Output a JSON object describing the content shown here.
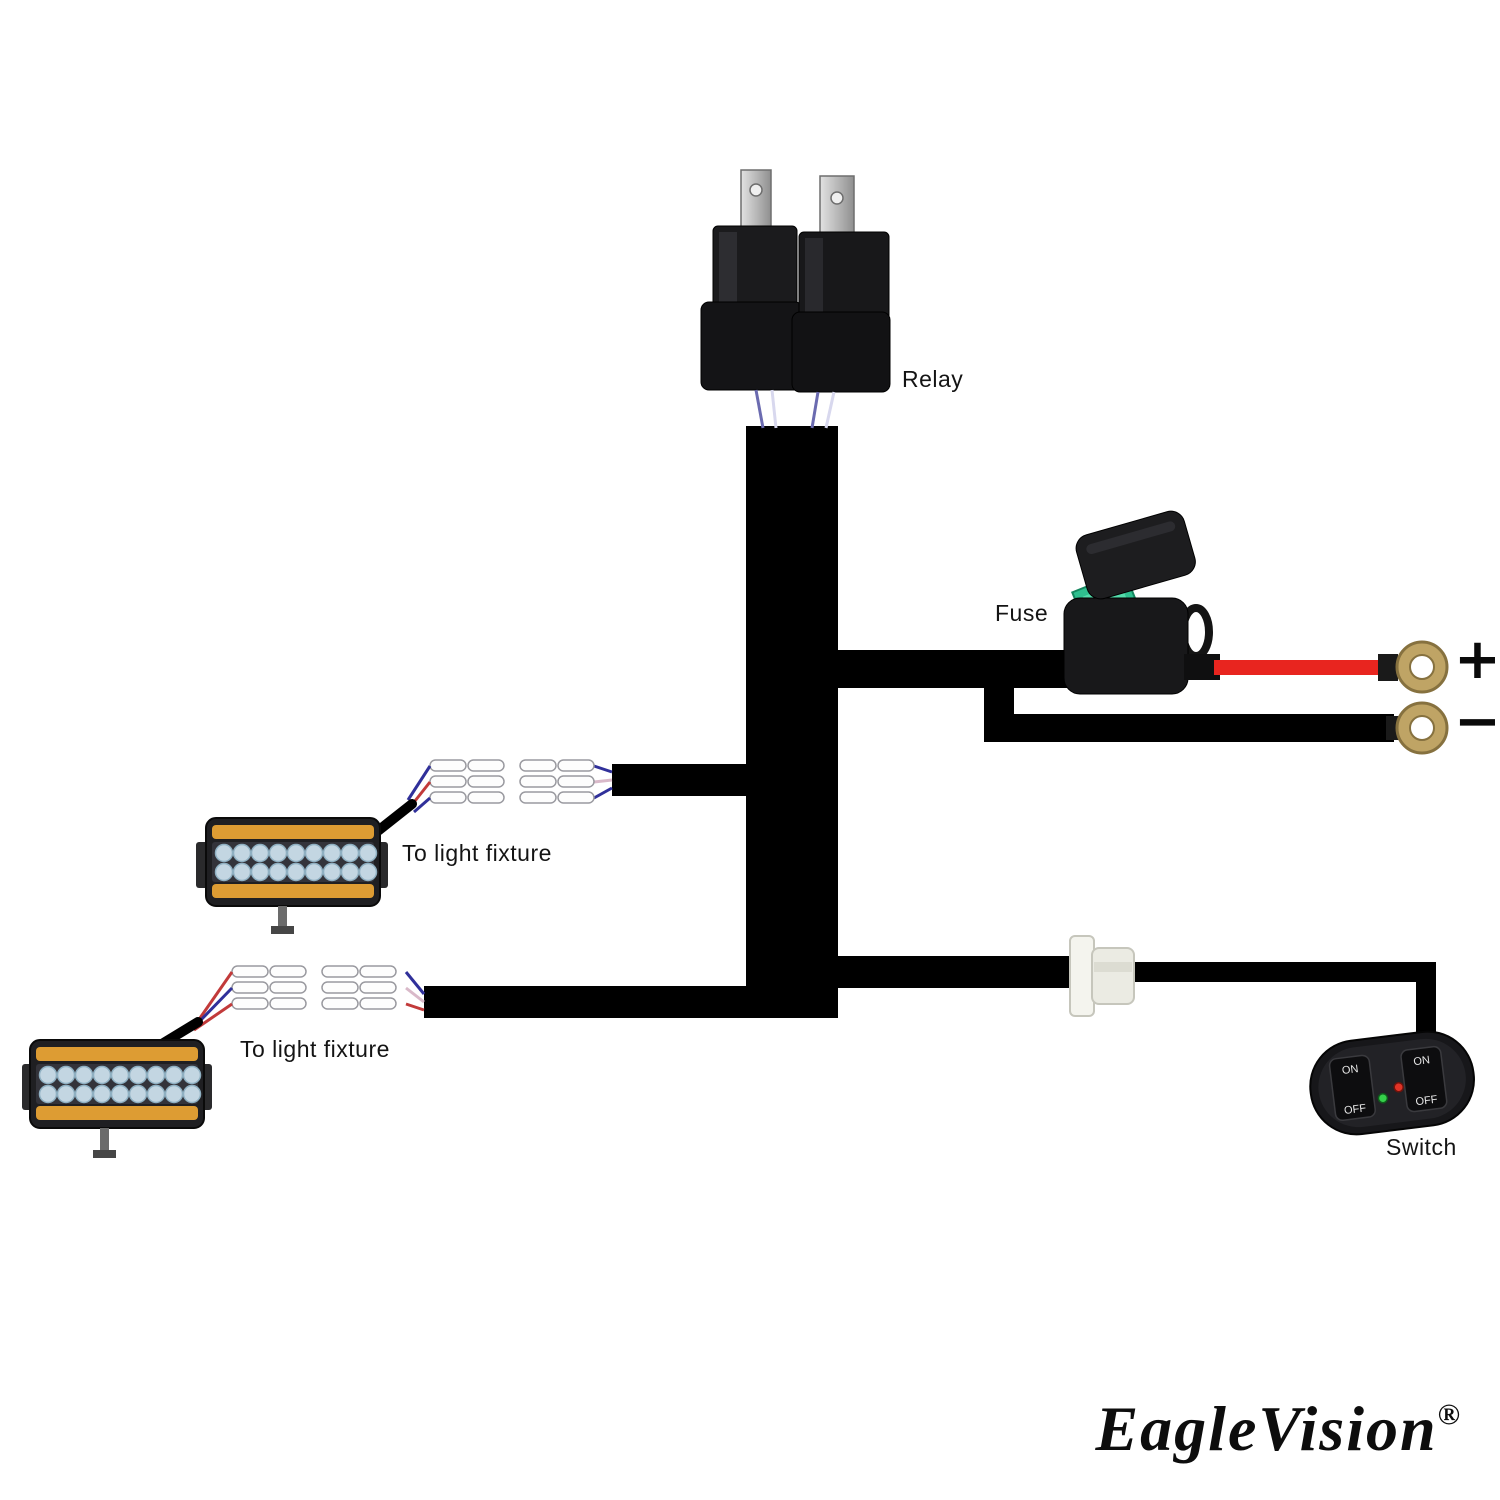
{
  "labels": {
    "relay": "Relay",
    "fuse": "Fuse",
    "to_light_fixture_upper": "To light fixture",
    "to_light_fixture_lower": "To light fixture",
    "switch": "Switch",
    "positive": "+",
    "negative": "−"
  },
  "switch_panel": {
    "left_on": "ON",
    "left_off": "OFF",
    "right_on": "ON",
    "right_off": "OFF"
  },
  "brand": {
    "name": "EagleVision",
    "registered": "®"
  },
  "colors": {
    "wire_black": "#000000",
    "positive_red": "#e8251f",
    "fuse_green": "#2fbf8f",
    "terminal_brass": "#bfa465",
    "lightbar_amber": "#dd9c33"
  }
}
